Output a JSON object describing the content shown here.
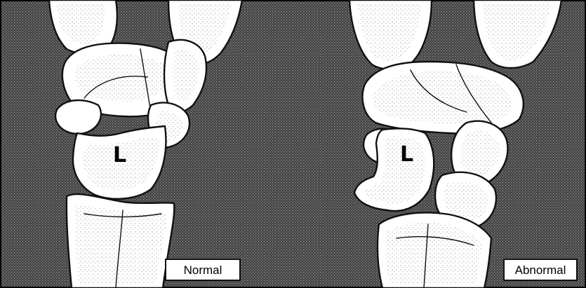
{
  "panels": {
    "normal": {
      "lunate_label": "L",
      "caption": "Normal"
    },
    "abnormal": {
      "lunate_label": "L",
      "caption": "Abnormal"
    }
  },
  "colors": {
    "background": "#3a3a3a",
    "bone": "#ffffff",
    "outline": "#111111"
  }
}
